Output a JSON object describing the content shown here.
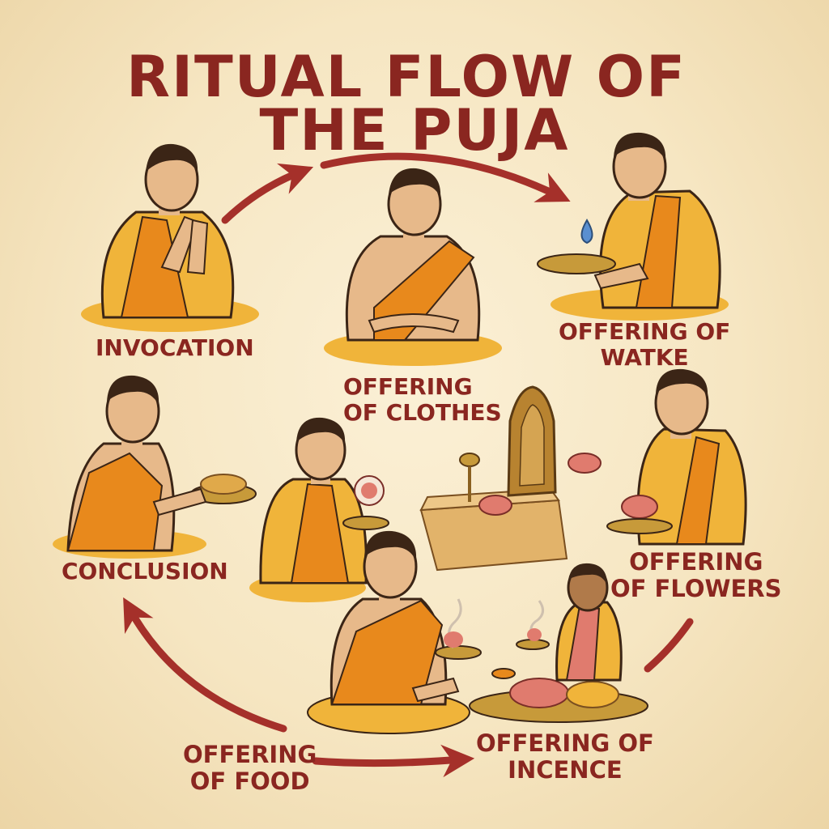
{
  "title": {
    "line1": "RITUAL FLOW OF",
    "line2": "THE PUJA"
  },
  "steps": [
    {
      "id": "invocation",
      "line1": "INVOCATION",
      "line2": ""
    },
    {
      "id": "clothes",
      "line1": "OFFERING",
      "line2": "OF CLOTHES"
    },
    {
      "id": "water",
      "line1": "OFFERING OF",
      "line2": "WATKE"
    },
    {
      "id": "flowers",
      "line1": "OFFERING",
      "line2": "OF FLOWERS"
    },
    {
      "id": "incence",
      "line1": "OFFERING OF",
      "line2": "INCENCE"
    },
    {
      "id": "food",
      "line1": "OFFERING",
      "line2": "OF FOOD"
    },
    {
      "id": "conclusion",
      "line1": "CONCLUSION",
      "line2": ""
    }
  ],
  "colors": {
    "title": "#8a2620",
    "arrow": "#a5302a",
    "robe": "#e8891c",
    "shirt": "#f0b43a",
    "skin": "#e7b98a",
    "hair": "#3b2516",
    "brass": "#c79a3a",
    "background": "#f6e6c2"
  },
  "icons": [
    "arrow-icon",
    "shrine-icon",
    "water-drop-icon",
    "incense-icon",
    "flower-icon",
    "food-plate-icon"
  ]
}
